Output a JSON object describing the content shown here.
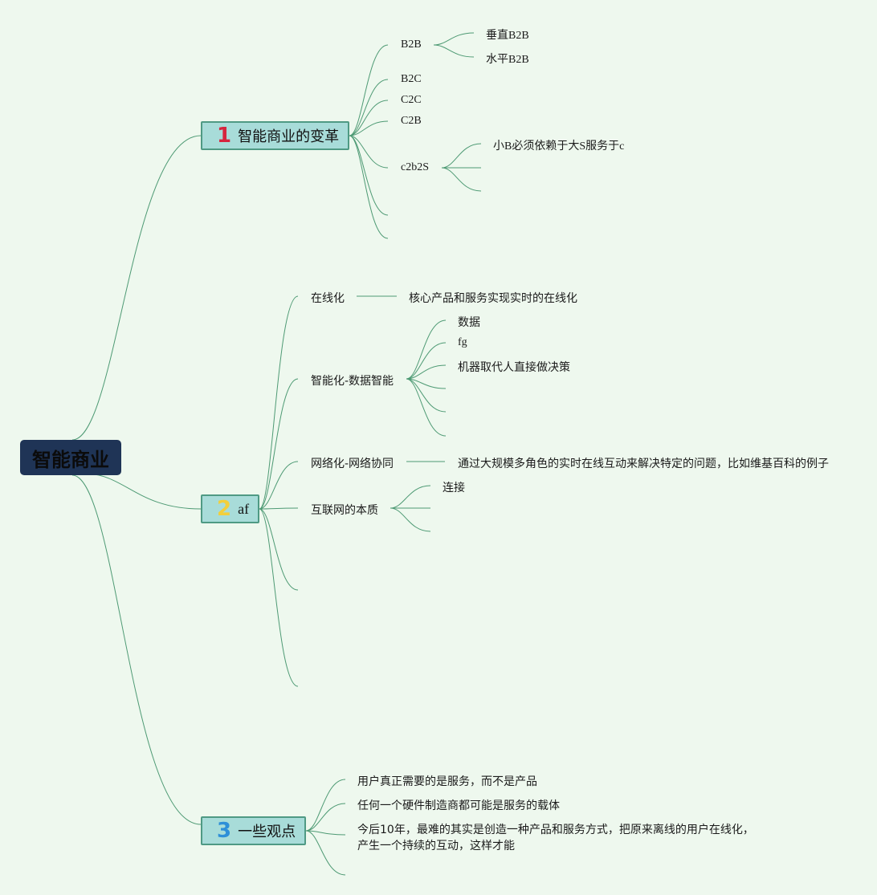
{
  "root": {
    "title": "智能商业"
  },
  "branches": [
    {
      "number": "1",
      "number_color": "#d6253e",
      "label": "智能商业的变革",
      "children": [
        {
          "label": "B2B",
          "children": [
            "垂直B2B",
            "水平B2B"
          ]
        },
        {
          "label": "B2C"
        },
        {
          "label": "C2C"
        },
        {
          "label": "C2B"
        },
        {
          "label": "c2b2S",
          "children": [
            "小B必须依赖于大S服务于c"
          ]
        }
      ]
    },
    {
      "number": "2",
      "number_color": "#f2cf3b",
      "label": "af",
      "children": [
        {
          "label": "在线化",
          "children": [
            "核心产品和服务实现实时的在线化"
          ]
        },
        {
          "label": "智能化-数据智能",
          "children": [
            "数据",
            "fg",
            "机器取代人直接做决策"
          ]
        },
        {
          "label": "网络化-网络协同",
          "children": [
            "通过大规模多角色的实时在线互动来解决特定的问题，比如维基百科的例子"
          ]
        },
        {
          "label": "互联网的本质",
          "children": [
            "连接"
          ]
        }
      ]
    },
    {
      "number": "3",
      "number_color": "#2e8fd8",
      "label": "一些观点",
      "children": [
        {
          "label": "用户真正需要的是服务，而不是产品"
        },
        {
          "label": "任何一个硬件制造商都可能是服务的载体"
        },
        {
          "label": "今后10年，最难的其实是创造一种产品和服务方式，把原来离线的用户在线化，"
        },
        {
          "label": "产生一个持续的互动，这样才能"
        }
      ]
    }
  ],
  "colors": {
    "background": "#eef8ee",
    "root_fill": "#1f3456",
    "branch_fill": "#a8dcd9",
    "branch_border": "#4f9a84",
    "line": "#4e9a74"
  }
}
